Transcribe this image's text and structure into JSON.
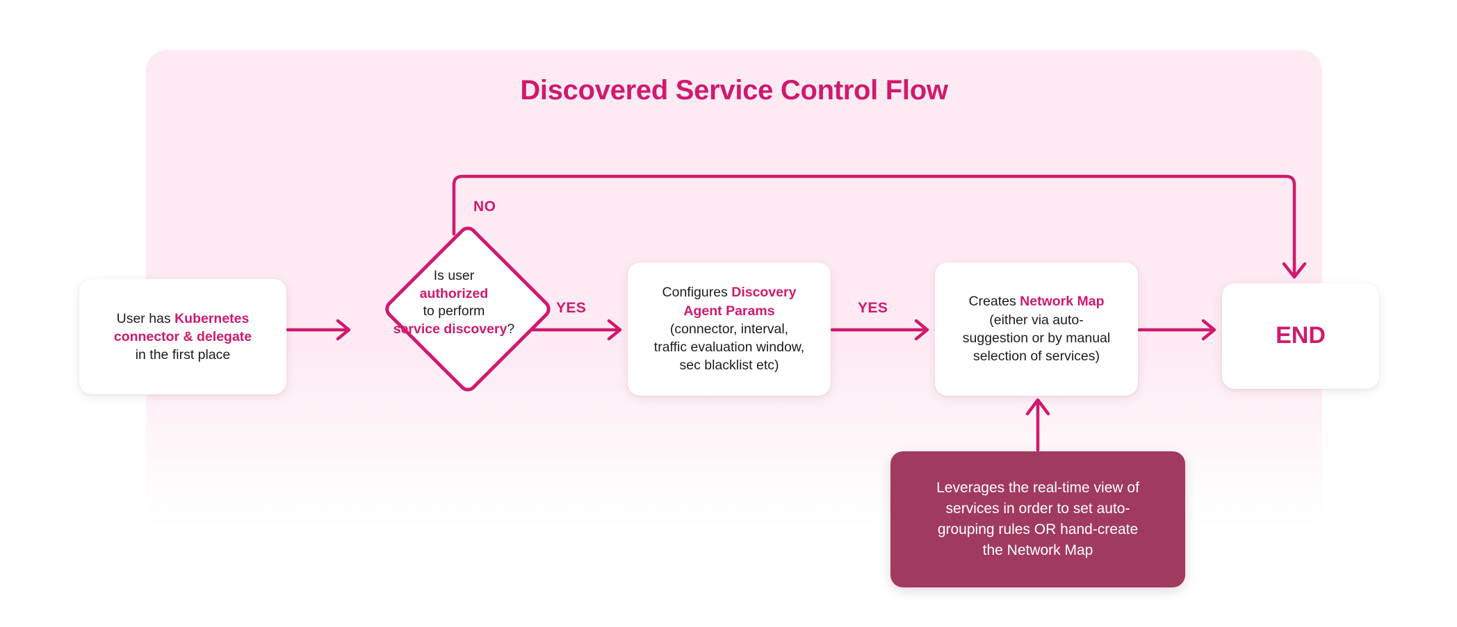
{
  "diagram": {
    "title": "Discovered Service Control Flow",
    "panel_bg": "#fdeaf3",
    "accent": "#cf1a6d",
    "note_bg": "#a13a5f"
  },
  "nodes": {
    "start": {
      "name": "start-box",
      "line1_plain": "User has ",
      "line1_highlight": "Kubernetes",
      "line2_highlight": "connector & delegate",
      "line3_plain": "in the first place"
    },
    "decision": {
      "name": "decision-diamond",
      "line1": "Is user",
      "line2_highlight": "authorized",
      "line3": "to perform",
      "line4_highlight": "service discovery",
      "line4_tail": "?"
    },
    "params": {
      "name": "configure-params-box",
      "line1_plain": "Configures ",
      "line1_highlight": "Discovery",
      "line2_highlight": "Agent Params",
      "line3": "(connector, interval,",
      "line4": "traffic evaluation window,",
      "line5": "sec blacklist etc)"
    },
    "map": {
      "name": "create-network-map-box",
      "line1_plain": "Creates ",
      "line1_highlight": "Network Map",
      "line2": "(either via auto-",
      "line3": "suggestion or by manual",
      "line4": "selection of services)"
    },
    "end": {
      "name": "end-box",
      "label": "END"
    },
    "note": {
      "name": "note-box",
      "line1": "Leverages the real-time view of",
      "line2": "services in order to set auto-",
      "line3": "grouping rules OR hand-create",
      "line4": "the Network Map"
    }
  },
  "edges": {
    "no_label": "NO",
    "yes_label_1": "YES",
    "yes_label_2": "YES"
  }
}
